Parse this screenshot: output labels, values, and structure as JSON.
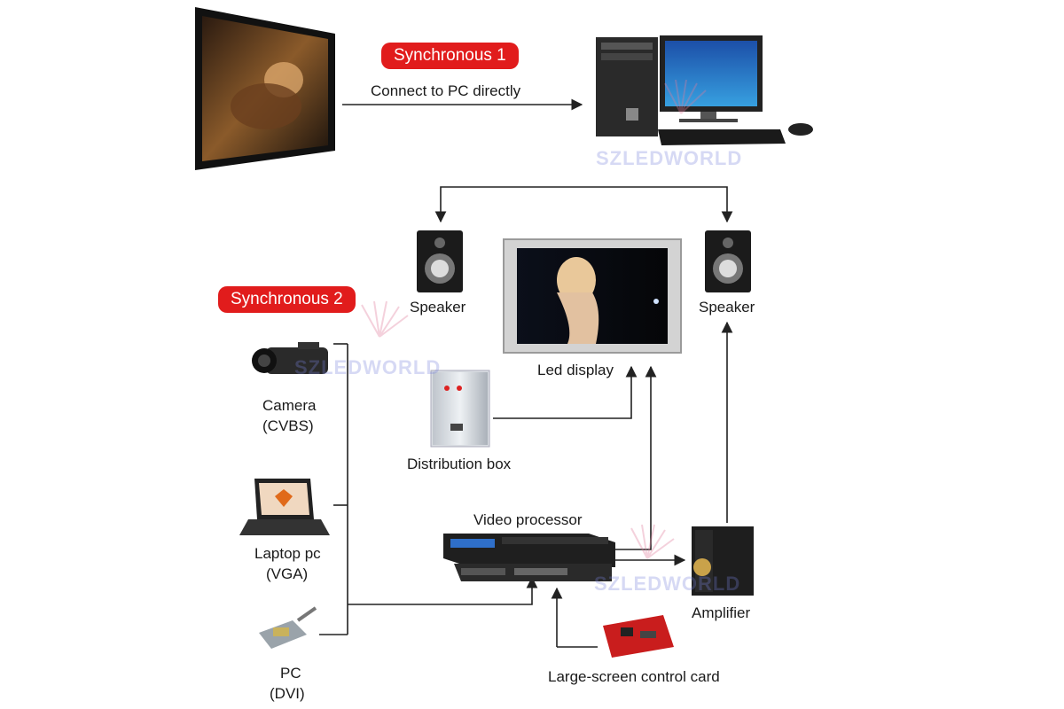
{
  "badges": {
    "sync1": "Synchronous 1",
    "sync2": "Synchronous 2"
  },
  "labels": {
    "connect_pc": "Connect to PC directly",
    "speaker_left": "Speaker",
    "speaker_right": "Speaker",
    "led_display": "Led display",
    "distribution_box": "Distribution box",
    "camera_line1": "Camera",
    "camera_line2": "(CVBS)",
    "laptop_line1": "Laptop pc",
    "laptop_line2": "(VGA)",
    "pc_line1": "PC",
    "pc_line2": "(DVI)",
    "video_processor": "Video processor",
    "amplifier": "Amplifier",
    "control_card": "Large-screen control card"
  },
  "watermark": "SZLEDWORLD",
  "colors": {
    "badge_red": "#e11c1c",
    "line": "#222222",
    "watermark": "#7882dc"
  }
}
